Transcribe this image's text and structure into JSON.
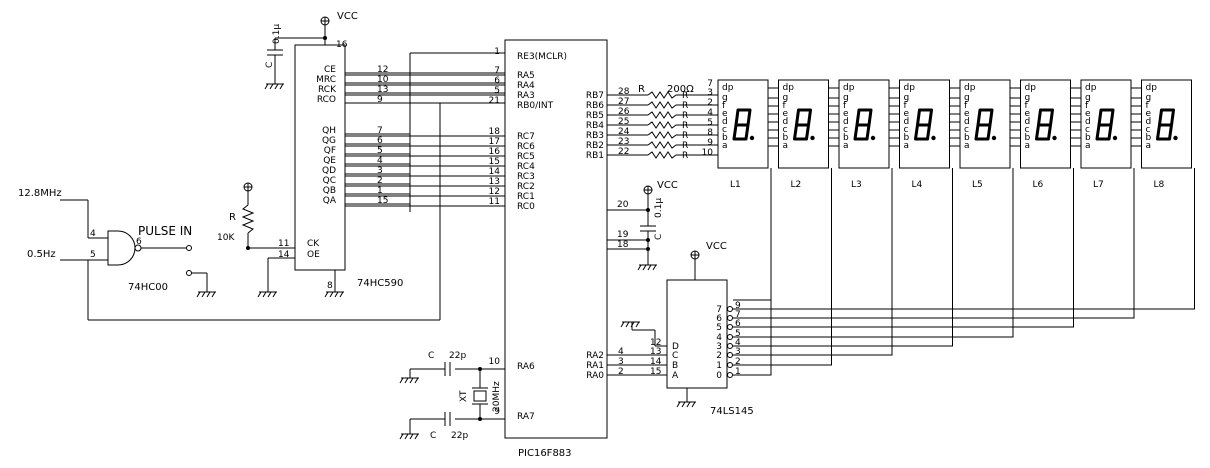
{
  "power": {
    "vcc": "VCC",
    "vcc_label": "VCC"
  },
  "inputs": {
    "clk_fast": "12.8MHz",
    "clk_slow": "0.5Hz",
    "pulse_in": "PULSE IN"
  },
  "nand": {
    "name": "74HC00",
    "pin_a": "4",
    "pin_b": "5",
    "pin_out": "6"
  },
  "resistor_pullup": {
    "name": "R",
    "value": "10K"
  },
  "cap_top": {
    "name": "C",
    "value": "0.1μ"
  },
  "cap_right": {
    "name": "C",
    "value": "0.1μ"
  },
  "xtal": {
    "name": "XT",
    "freq": "20MHz",
    "cap_name": "C",
    "cap_value": "22p"
  },
  "hc590": {
    "name": "74HC590",
    "vcc_pin": "16",
    "gnd_pin": "8",
    "left_pins": [
      {
        "num": "12",
        "label": "CE"
      },
      {
        "num": "10",
        "label": "MRC"
      },
      {
        "num": "13",
        "label": "RCK"
      },
      {
        "num": "9",
        "label": "RCO"
      },
      {
        "num": "7",
        "label": "QH"
      },
      {
        "num": "6",
        "label": "QG"
      },
      {
        "num": "5",
        "label": "QF"
      },
      {
        "num": "4",
        "label": "QE"
      },
      {
        "num": "3",
        "label": "QD"
      },
      {
        "num": "2",
        "label": "QC"
      },
      {
        "num": "1",
        "label": "QB"
      },
      {
        "num": "15",
        "label": "QA"
      }
    ],
    "ck": {
      "num": "11",
      "label": "CK"
    },
    "oe": {
      "num": "14",
      "label": "OE"
    }
  },
  "pic": {
    "name": "PIC16F883",
    "left_pins": [
      {
        "num": "1",
        "label": "RE3(MCLR)"
      },
      {
        "num": "7",
        "label": "RA5"
      },
      {
        "num": "6",
        "label": "RA4"
      },
      {
        "num": "5",
        "label": "RA3"
      },
      {
        "num": "21",
        "label": "RB0/INT"
      },
      {
        "num": "18",
        "label": "RC7"
      },
      {
        "num": "17",
        "label": "RC6"
      },
      {
        "num": "16",
        "label": "RC5"
      },
      {
        "num": "15",
        "label": "RC4"
      },
      {
        "num": "14",
        "label": "RC3"
      },
      {
        "num": "13",
        "label": "RC2"
      },
      {
        "num": "12",
        "label": "RC1"
      },
      {
        "num": "11",
        "label": "RC0"
      },
      {
        "num": "10",
        "label": "RA6"
      },
      {
        "num": "9",
        "label": "RA7"
      }
    ],
    "right_pins": [
      {
        "num": "28",
        "label": "RB7"
      },
      {
        "num": "27",
        "label": "RB6"
      },
      {
        "num": "26",
        "label": "RB5"
      },
      {
        "num": "25",
        "label": "RB4"
      },
      {
        "num": "24",
        "label": "RB3"
      },
      {
        "num": "23",
        "label": "RB2"
      },
      {
        "num": "22",
        "label": "RB1"
      },
      {
        "num": "4",
        "label": "RA2"
      },
      {
        "num": "3",
        "label": "RA1"
      },
      {
        "num": "2",
        "label": "RA0"
      }
    ],
    "power_pins": [
      "20",
      "19",
      "18"
    ]
  },
  "resistor_array": {
    "name": "R",
    "value": "200Ω",
    "each": "R",
    "led_pins": [
      "7",
      "3",
      "2",
      "4",
      "5",
      "8",
      "9",
      "10"
    ]
  },
  "ls145": {
    "name": "74LS145",
    "inputs": [
      {
        "num": "12",
        "label": "D"
      },
      {
        "num": "13",
        "label": "C"
      },
      {
        "num": "14",
        "label": "B"
      },
      {
        "num": "15",
        "label": "A"
      }
    ],
    "outputs": [
      {
        "label": "7",
        "pin": "9"
      },
      {
        "label": "6",
        "pin": "7"
      },
      {
        "label": "5",
        "pin": "6"
      },
      {
        "label": "4",
        "pin": "5"
      },
      {
        "label": "3",
        "pin": "4"
      },
      {
        "label": "2",
        "pin": "3"
      },
      {
        "label": "1",
        "pin": "2"
      },
      {
        "label": "0",
        "pin": "1"
      }
    ]
  },
  "displays": {
    "seg_names": [
      "dp",
      "g",
      "f",
      "e",
      "d",
      "c",
      "b",
      "a"
    ],
    "units": [
      "L1",
      "L2",
      "L3",
      "L4",
      "L5",
      "L6",
      "L7",
      "L8"
    ]
  }
}
